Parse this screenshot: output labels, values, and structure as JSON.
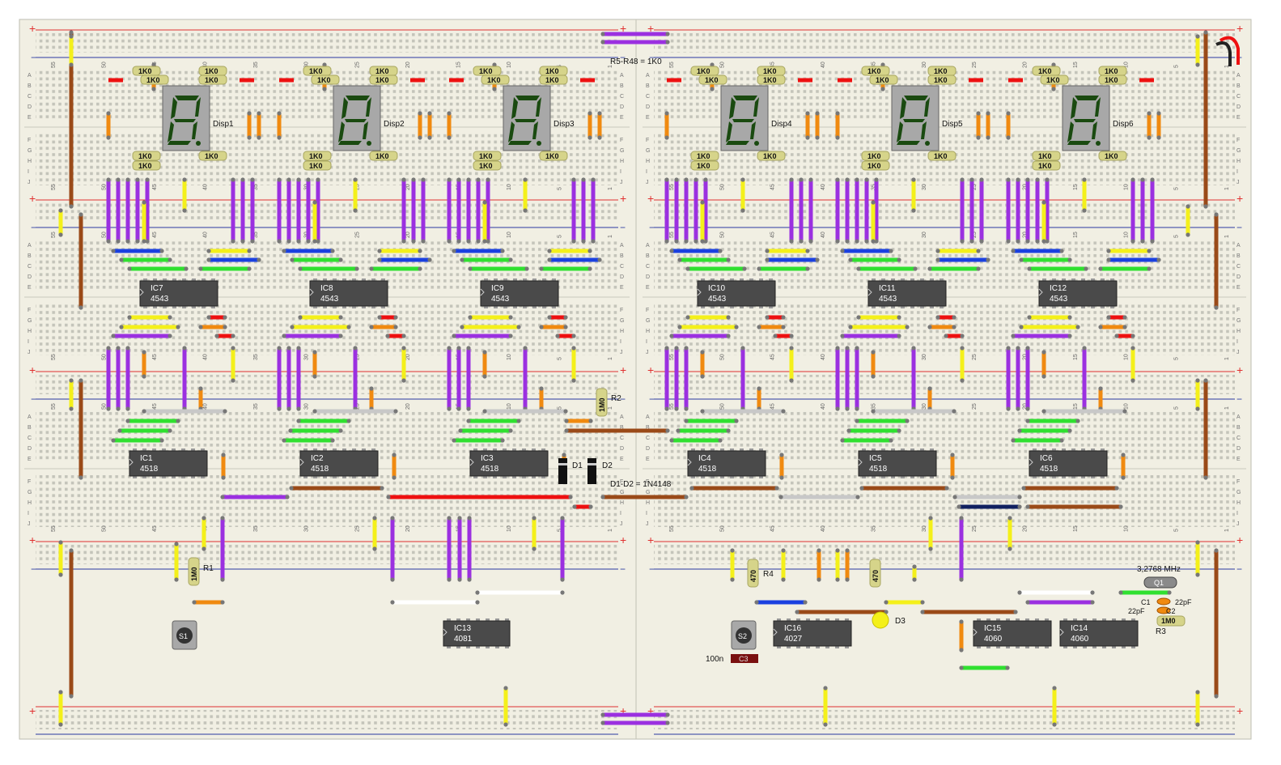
{
  "colors": {
    "board": "#f1efe3",
    "rail_red": "#e03030",
    "rail_blue": "#2a3aa0",
    "hole": "#b4b4aa",
    "purple": "#9b30e0",
    "yellow": "#f4f01a",
    "orange": "#f08a10",
    "green": "#30e030",
    "blue": "#1a40e0",
    "brown": "#9a4a18",
    "red": "#ee1010",
    "white": "#ffffff",
    "grey": "#c8c8c8",
    "navy": "#102060",
    "ic_body": "#4a4a4a",
    "resistor": "#d6d48a",
    "display_body": "#a8a8a8",
    "segment": "#1a4a10"
  },
  "rail_plus": "+",
  "rail_minus": "−",
  "row_letters_top": [
    "A",
    "B",
    "C",
    "D",
    "E"
  ],
  "row_letters_bottom": [
    "F",
    "G",
    "H",
    "I",
    "J"
  ],
  "col_numbers": [
    "55",
    "50",
    "45",
    "40",
    "35",
    "30",
    "25",
    "20",
    "15",
    "10",
    "5",
    "1"
  ],
  "note_resistors": "R5-R48 = 1K0",
  "note_diodes": "D1-D2 = 1N4148",
  "resistor_value": "1K0",
  "displays": [
    {
      "label": "Disp1"
    },
    {
      "label": "Disp2"
    },
    {
      "label": "Disp3"
    },
    {
      "label": "Disp4"
    },
    {
      "label": "Disp5"
    },
    {
      "label": "Disp6"
    }
  ],
  "ics": [
    {
      "ref": "IC7",
      "part": "4543"
    },
    {
      "ref": "IC8",
      "part": "4543"
    },
    {
      "ref": "IC9",
      "part": "4543"
    },
    {
      "ref": "IC10",
      "part": "4543"
    },
    {
      "ref": "IC11",
      "part": "4543"
    },
    {
      "ref": "IC12",
      "part": "4543"
    },
    {
      "ref": "IC1",
      "part": "4518"
    },
    {
      "ref": "IC2",
      "part": "4518"
    },
    {
      "ref": "IC3",
      "part": "4518"
    },
    {
      "ref": "IC4",
      "part": "4518"
    },
    {
      "ref": "IC5",
      "part": "4518"
    },
    {
      "ref": "IC6",
      "part": "4518"
    },
    {
      "ref": "IC13",
      "part": "4081"
    },
    {
      "ref": "IC16",
      "part": "4027"
    },
    {
      "ref": "IC15",
      "part": "4060"
    },
    {
      "ref": "IC14",
      "part": "4060"
    }
  ],
  "parts": {
    "r1": {
      "ref": "R1",
      "value": "1M0"
    },
    "r2": {
      "ref": "R2",
      "value": "1M0"
    },
    "r3": {
      "ref": "R3",
      "value": "1M0"
    },
    "r4": {
      "ref": "R4",
      "value": "470"
    },
    "r470b": {
      "value": "470"
    },
    "d1": {
      "ref": "D1"
    },
    "d2": {
      "ref": "D2"
    },
    "d3": {
      "ref": "D3"
    },
    "s1": {
      "ref": "S1"
    },
    "s2": {
      "ref": "S2"
    },
    "c3": {
      "ref": "C3",
      "value": "100n"
    },
    "c1": {
      "ref": "C1",
      "value": "22pF"
    },
    "c2": {
      "ref": "C2",
      "value": "22pF"
    },
    "q1": {
      "ref": "Q1",
      "value": "3,2768 MHz"
    }
  }
}
